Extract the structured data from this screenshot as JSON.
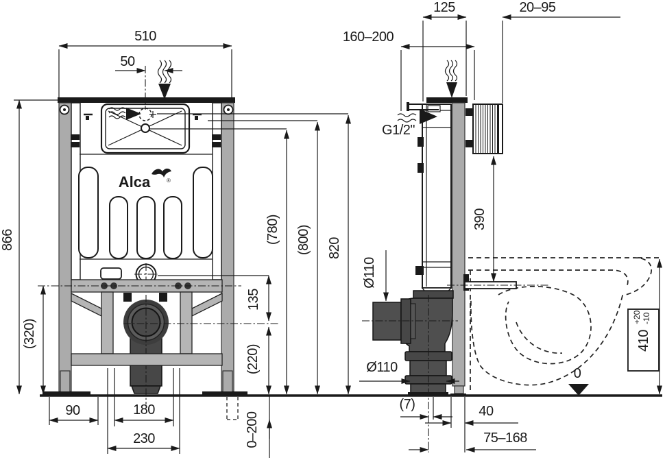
{
  "drawing": {
    "title": "concealed-wc-frame-installation-drawing",
    "views": {
      "front": "front-view",
      "side": "side-view"
    },
    "brand": {
      "name": "Alca",
      "registered": "®"
    },
    "labels": {
      "front_width": "510",
      "front_offset": "50",
      "front_height": "866",
      "front_h320": "(320)",
      "front_b90": "90",
      "front_b180": "180",
      "front_b230": "230",
      "front_legs_range": "0–200",
      "front_h780": "(780)",
      "front_h800": "(800)",
      "front_h820": "820",
      "front_d135": "135",
      "front_d220": "(220)",
      "side_d160_200": "160–200",
      "side_d125": "125",
      "side_d20_95": "20–95",
      "side_thread": "G1/2\"",
      "side_d390": "390",
      "side_dia_sleeve": "Ø110",
      "side_dia_outlet": "Ø110",
      "side_d410": "410",
      "side_d410_plus": "+20",
      "side_d410_minus": "-10",
      "side_datum": "0",
      "side_d7": "(7)",
      "side_d40": "40",
      "side_d75_168": "75–168"
    },
    "colors": {
      "line": "#1a1a1a",
      "profile_gray": "#ababab",
      "beam_gray": "#b5b5b5",
      "pipe_dark": "#4f4f4f",
      "background": "#ffffff"
    }
  }
}
